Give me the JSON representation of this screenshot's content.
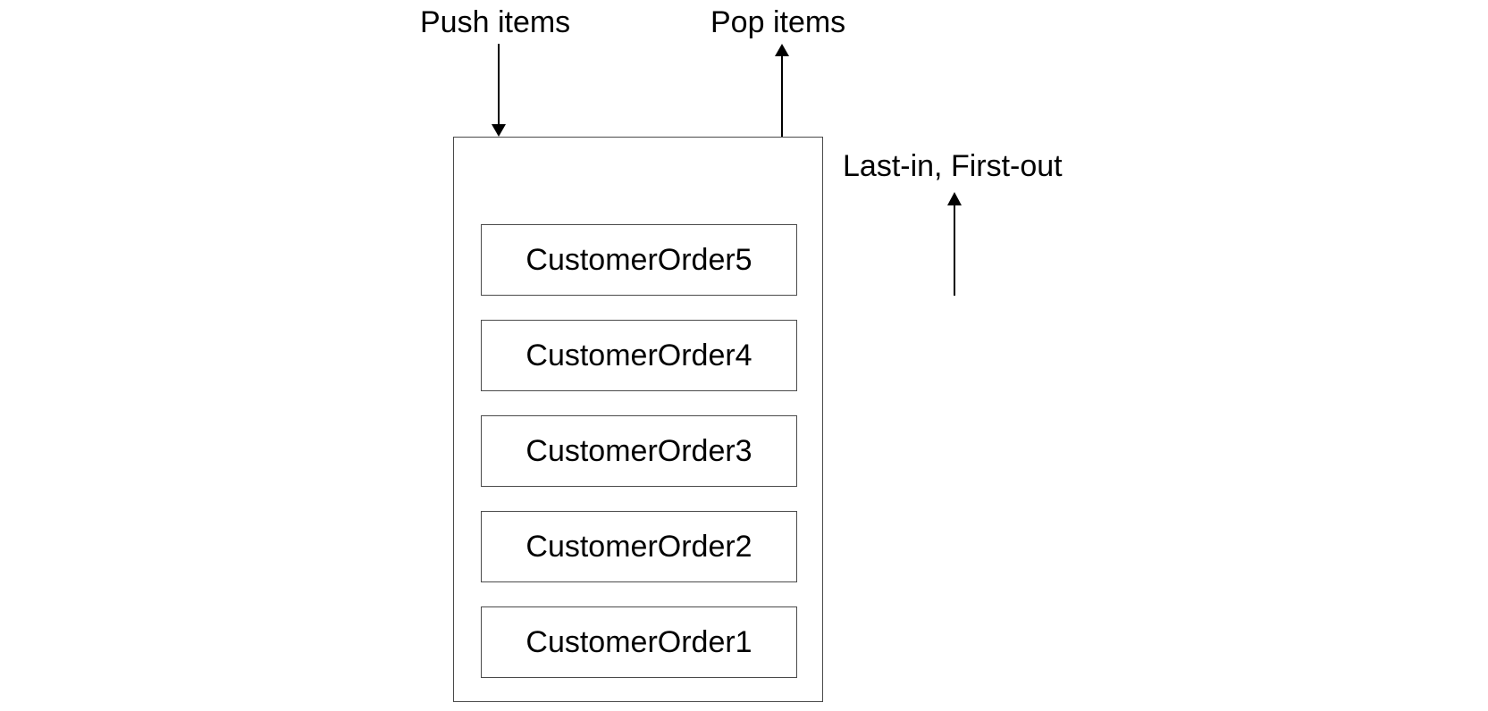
{
  "labels": {
    "push": "Push items",
    "pop": "Pop items",
    "lifo": "Last-in, First-out"
  },
  "stack": {
    "items": [
      "CustomerOrder5",
      "CustomerOrder4",
      "CustomerOrder3",
      "CustomerOrder2",
      "CustomerOrder1"
    ]
  }
}
